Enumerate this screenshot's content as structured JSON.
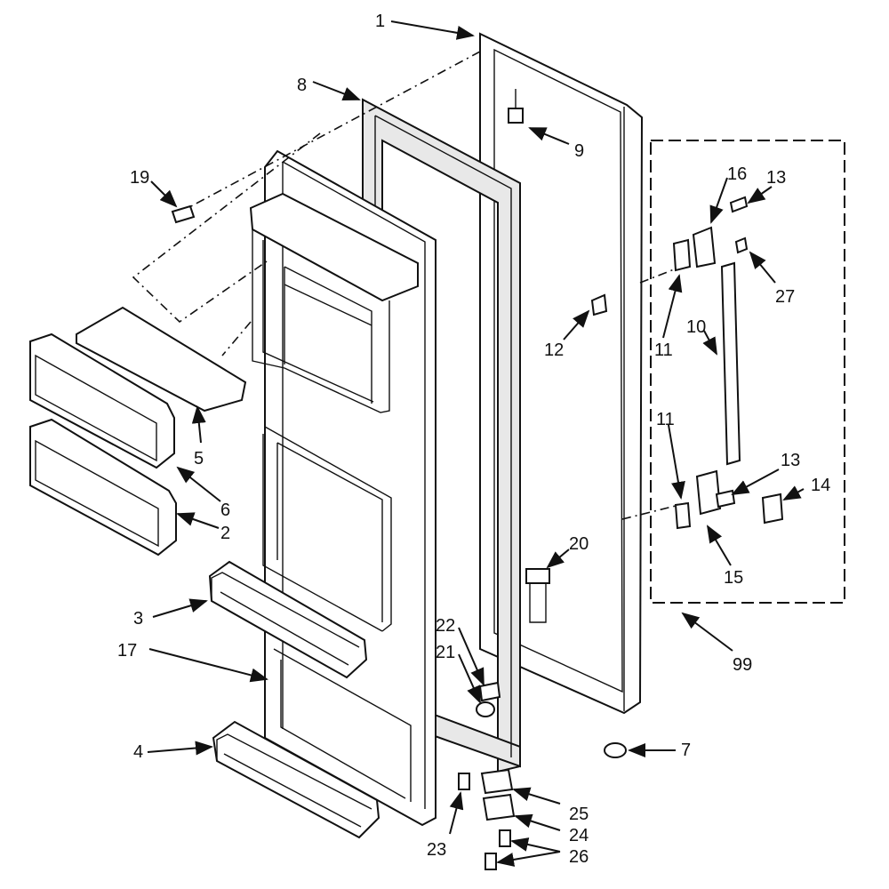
{
  "diagram": {
    "callouts": [
      {
        "id": "c1",
        "text": "1"
      },
      {
        "id": "c8",
        "text": "8"
      },
      {
        "id": "c9",
        "text": "9"
      },
      {
        "id": "c19",
        "text": "19"
      },
      {
        "id": "c16",
        "text": "16"
      },
      {
        "id": "c13a",
        "text": "13"
      },
      {
        "id": "c27",
        "text": "27"
      },
      {
        "id": "c11a",
        "text": "11"
      },
      {
        "id": "c10",
        "text": "10"
      },
      {
        "id": "c12",
        "text": "12"
      },
      {
        "id": "c5",
        "text": "5"
      },
      {
        "id": "c6",
        "text": "6"
      },
      {
        "id": "c2",
        "text": "2"
      },
      {
        "id": "c11b",
        "text": "11"
      },
      {
        "id": "c13b",
        "text": "13"
      },
      {
        "id": "c14",
        "text": "14"
      },
      {
        "id": "c15",
        "text": "15"
      },
      {
        "id": "c20",
        "text": "20"
      },
      {
        "id": "c3",
        "text": "3"
      },
      {
        "id": "c17",
        "text": "17"
      },
      {
        "id": "c99",
        "text": "99"
      },
      {
        "id": "c22",
        "text": "22"
      },
      {
        "id": "c21",
        "text": "21"
      },
      {
        "id": "c7",
        "text": "7"
      },
      {
        "id": "c4",
        "text": "4"
      },
      {
        "id": "c25",
        "text": "25"
      },
      {
        "id": "c24",
        "text": "24"
      },
      {
        "id": "c23",
        "text": "23"
      },
      {
        "id": "c26",
        "text": "26"
      }
    ]
  }
}
